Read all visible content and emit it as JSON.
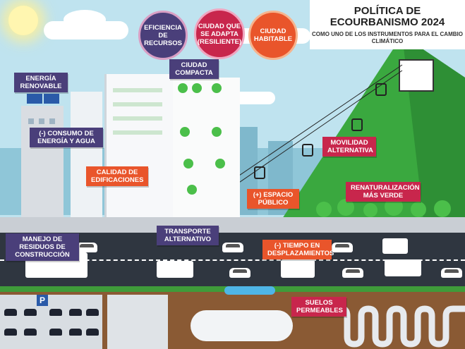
{
  "title": {
    "main": "POLÍTICA DE ECOURBANISMO 2024",
    "subtitle": "COMO UNO DE LOS INSTRUMENTOS PARA EL CAMBIO CLIMÁTICO"
  },
  "circles": [
    {
      "label": "EFICIENCIA DE RECURSOS",
      "color": "#4a3f7a"
    },
    {
      "label": "CIUDAD QUE SE ADAPTA (RESILIENTE)",
      "color": "#c8264c"
    },
    {
      "label": "CIUDAD HABITABLE",
      "color": "#e9552b"
    }
  ],
  "labels": {
    "energia": "ENERGÍA RENOVABLE",
    "ciudad_compacta": "CIUDAD COMPACTA",
    "consumo": "(-) CONSUMO DE ENERGÍA Y AGUA",
    "calidad": "CALIDAD DE EDIFICACIONES",
    "movilidad": "MOVILIDAD ALTERNATIVA",
    "renaturalizacion": "RENATURALIZACIÓN MÁS VERDE",
    "espacio": "(+) ESPACIO PÚBLICO",
    "transporte": "TRANSPORTE ALTERNATIVO",
    "residuos": "MANEJO DE RESIDUOS DE CONSTRUCCIÓN",
    "tiempo": "(-) TIEMPO EN DESPLAZAMIENTOS",
    "suelos": "SUELOS PERMEABLES"
  },
  "parking_sign": "P",
  "colors": {
    "sky": "#bfe3ef",
    "purple": "#4a3f7a",
    "red": "#c8264c",
    "orange": "#e9552b",
    "green": "#4bbf4a",
    "road": "#2f3640",
    "soil": "#8a5a34"
  }
}
